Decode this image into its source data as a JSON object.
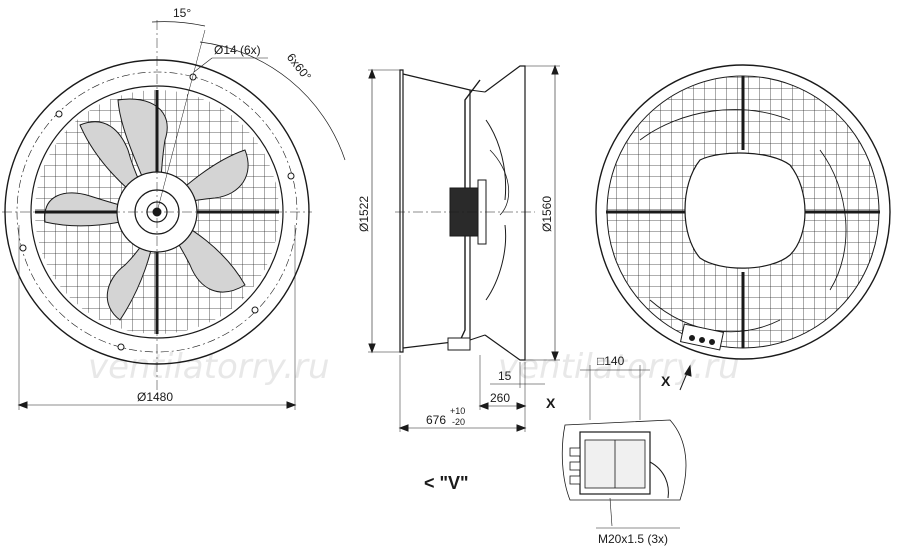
{
  "watermarks": [
    "ventilatorry.ru",
    "ventilatorry.ru"
  ],
  "front_view": {
    "angle_label": "15°",
    "hole_label": "Ø14 (6x)",
    "pattern_label": "6x60°",
    "diameter_label": "Ø1480"
  },
  "side_view": {
    "inner_diameter_label": "Ø1522",
    "outer_diameter_label": "Ø1560",
    "dim_15": "15",
    "dim_260": "260",
    "dim_676": "676",
    "tol_upper": "+10",
    "tol_lower": "-20",
    "x_marker": "X",
    "view_label": "< \"V\""
  },
  "rear_view": {
    "x_marker": "X"
  },
  "detail_x": {
    "box_size_label": "□140",
    "gland_label": "M20x1.5 (3x)"
  }
}
